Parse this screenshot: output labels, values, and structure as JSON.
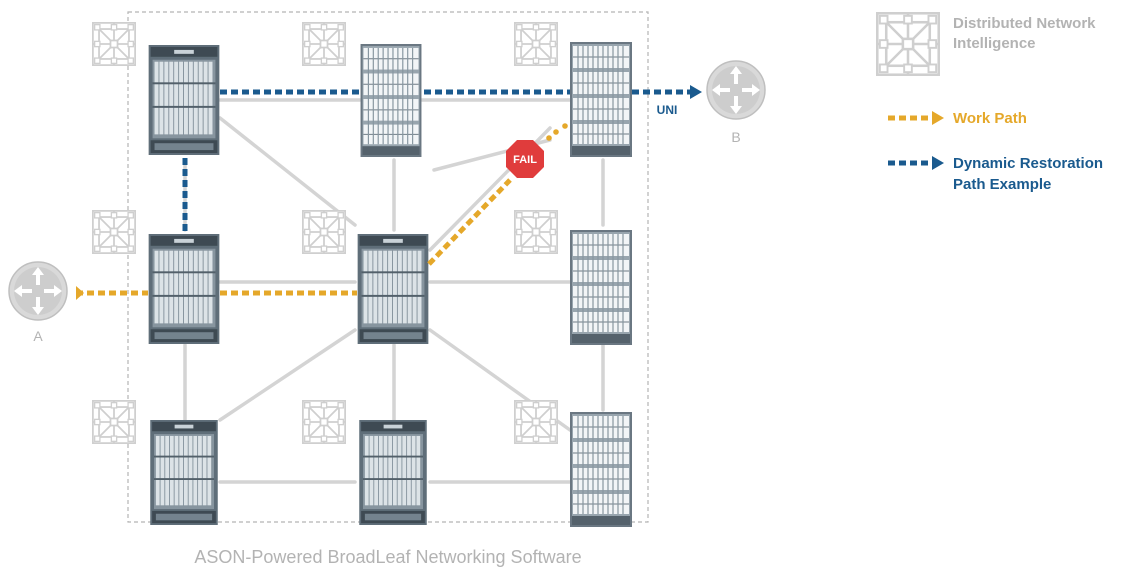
{
  "diagram": {
    "caption": "ASON-Powered BroadLeaf Networking Software",
    "node_a_label": "A",
    "node_b_label": "B",
    "uni_label": "UNI",
    "fail_label": "FAIL"
  },
  "legend": {
    "dni_line1": "Distributed Network",
    "dni_line2": "Intelligence",
    "work_path": "Work Path",
    "restoration_line1": "Dynamic Restoration",
    "restoration_line2": "Path Example"
  },
  "colors": {
    "work_path": "#e5a82a",
    "restoration_path": "#1a5a8e",
    "link": "#d4d4d4",
    "label_gray": "#b3b3b3",
    "fail": "#e03c3c",
    "chassis_dark": "#6b7a86"
  }
}
